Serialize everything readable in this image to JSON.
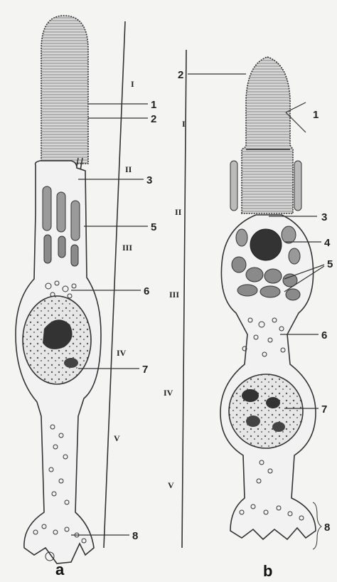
{
  "cell_a": {
    "label": "a",
    "regions": [
      "I",
      "II",
      "III",
      "IV",
      "V"
    ],
    "parts": [
      "1",
      "2",
      "3",
      "5",
      "6",
      "7",
      "8"
    ]
  },
  "cell_b": {
    "label": "b",
    "regions": [
      "I",
      "II",
      "III",
      "IV",
      "V"
    ],
    "parts": [
      "2",
      "1",
      "3",
      "4",
      "5",
      "6",
      "7",
      "8"
    ]
  }
}
